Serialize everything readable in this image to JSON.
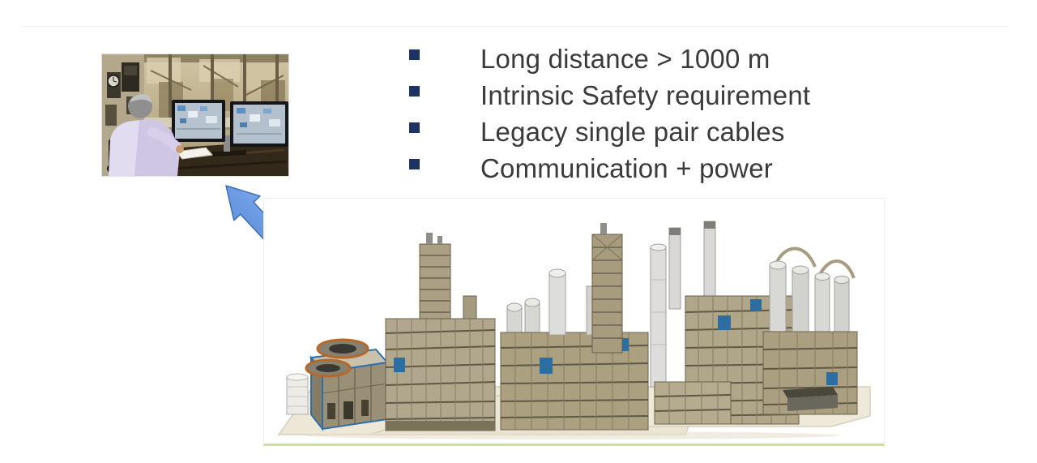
{
  "slide": {
    "background": "#ffffff",
    "divider_color": "#efefef"
  },
  "bullets": {
    "items": [
      "Long distance > 1000 m",
      "Intrinsic Safety requirement",
      "Legacy single pair cables",
      "Communication + power"
    ],
    "bullet_color": "#1e3264",
    "text_color": "#3a3a3a"
  },
  "figures": {
    "control_room_photo": {
      "description": "Operator at dual-monitor control room workstation"
    },
    "connector_arrow": {
      "description": "Blue double-headed diagonal arrow",
      "fill": "#6d9ce4",
      "outline": "#3f6db4"
    },
    "plant_render": {
      "description": "3D rendering of a petrochemical process plant"
    }
  }
}
